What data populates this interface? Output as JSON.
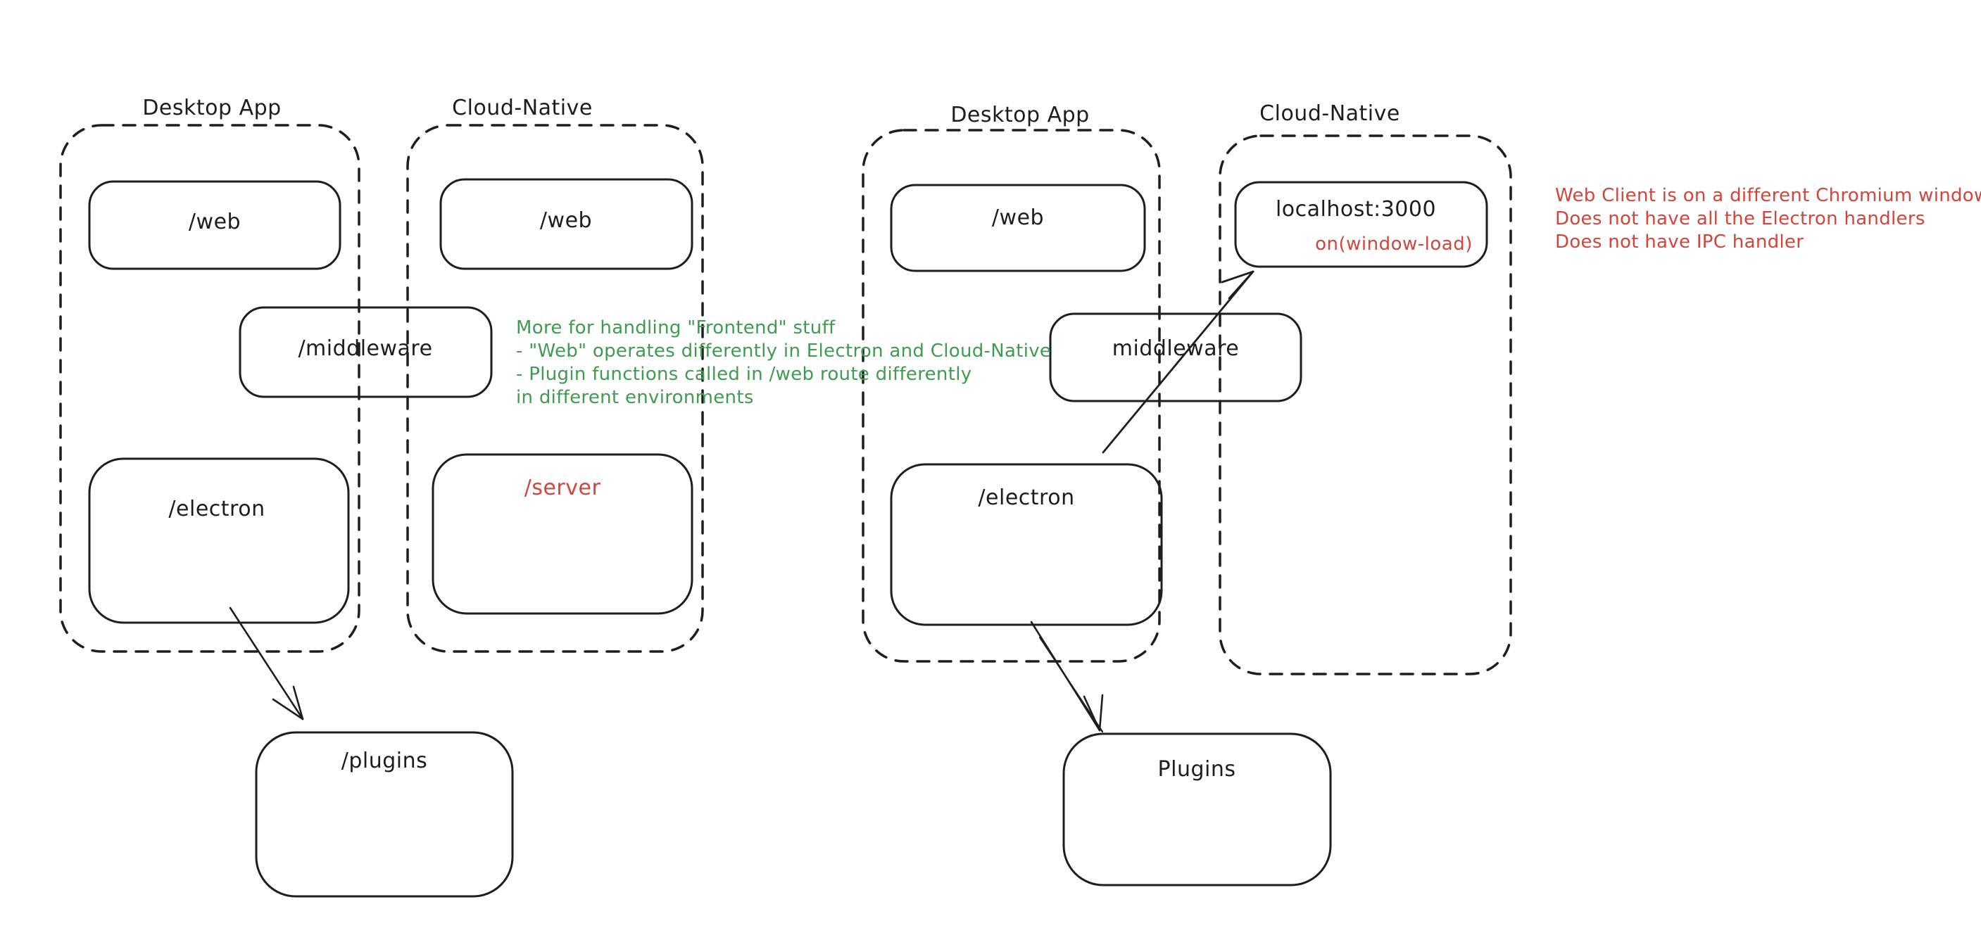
{
  "colors": {
    "stroke": "#1e1e1e",
    "red": "#d1453b",
    "green": "#3f9b4f",
    "background": "#ffffff"
  },
  "left": {
    "desktop_label": "Desktop App",
    "cloud_label": "Cloud-Native",
    "web_desktop": "/web",
    "web_cloud": "/web",
    "middleware": "/middleware",
    "electron": "/electron",
    "server": "/server",
    "plugins": "/plugins",
    "note_lines": [
      "More for handling \"Frontend\" stuff",
      "- \"Web\" operates differently in Electron and Cloud-Native",
      "- Plugin functions called in /web route differently",
      "in different environments"
    ]
  },
  "right": {
    "desktop_label": "Desktop App",
    "cloud_label": "Cloud-Native",
    "web": "/web",
    "middleware": "middleware",
    "electron": "/electron",
    "localhost": "localhost:3000",
    "window_load": "on(window-load)",
    "plugins": "Plugins",
    "note_lines": [
      "Web Client is on a different Chromium window",
      "Does not have all the Electron handlers",
      "Does not have IPC handler"
    ]
  }
}
